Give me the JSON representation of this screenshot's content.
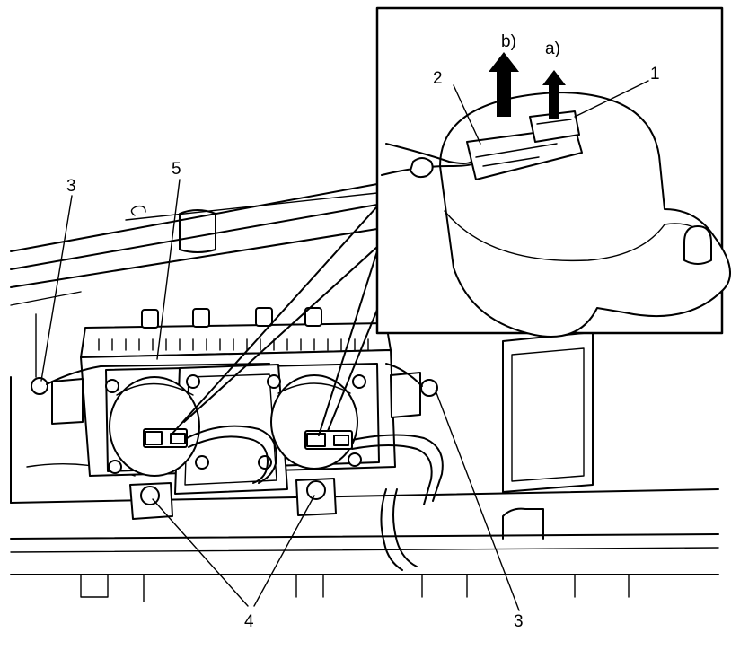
{
  "labels": {
    "callout_1": "1",
    "callout_2": "2",
    "callout_3_left": "3",
    "callout_3_right": "3",
    "callout_4": "4",
    "callout_5": "5",
    "arrow_a": "a)",
    "arrow_b": "b)"
  }
}
